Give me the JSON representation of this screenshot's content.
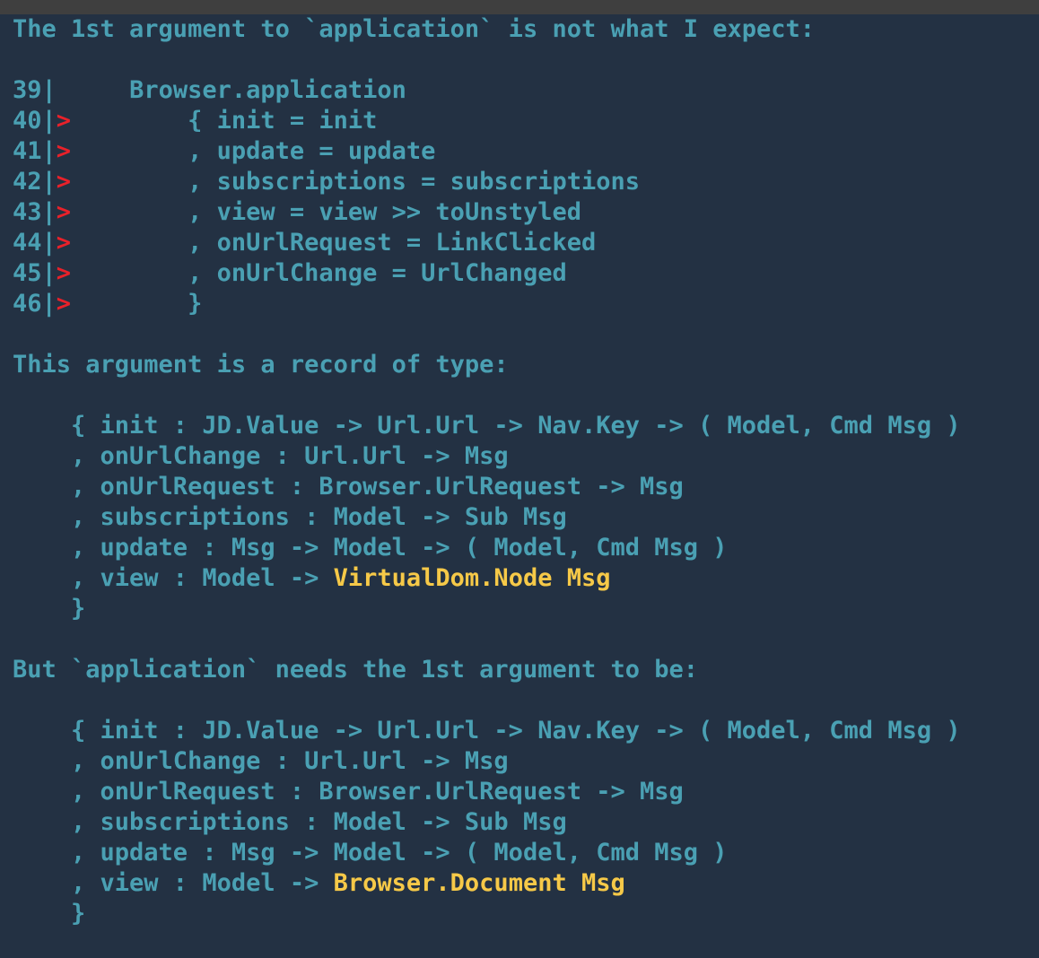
{
  "error": {
    "heading": "The 1st argument to `application` is not what I expect:",
    "code_lines": [
      {
        "num": "39",
        "bar": "|",
        "arrow": " ",
        "code": "    Browser.application"
      },
      {
        "num": "40",
        "bar": "|",
        "arrow": ">",
        "code": "        { init = init"
      },
      {
        "num": "41",
        "bar": "|",
        "arrow": ">",
        "code": "        , update = update"
      },
      {
        "num": "42",
        "bar": "|",
        "arrow": ">",
        "code": "        , subscriptions = subscriptions"
      },
      {
        "num": "43",
        "bar": "|",
        "arrow": ">",
        "code": "        , view = view >> toUnstyled"
      },
      {
        "num": "44",
        "bar": "|",
        "arrow": ">",
        "code": "        , onUrlRequest = LinkClicked"
      },
      {
        "num": "45",
        "bar": "|",
        "arrow": ">",
        "code": "        , onUrlChange = UrlChanged"
      },
      {
        "num": "46",
        "bar": "|",
        "arrow": ">",
        "code": "        }"
      }
    ],
    "actual_heading": "This argument is a record of type:",
    "actual_type": [
      {
        "text": "    { init : JD.Value -> Url.Url -> Nav.Key -> ( Model, Cmd Msg )",
        "hl": ""
      },
      {
        "text": "    , onUrlChange : Url.Url -> Msg",
        "hl": ""
      },
      {
        "text": "    , onUrlRequest : Browser.UrlRequest -> Msg",
        "hl": ""
      },
      {
        "text": "    , subscriptions : Model -> Sub Msg",
        "hl": ""
      },
      {
        "text": "    , update : Msg -> Model -> ( Model, Cmd Msg )",
        "hl": ""
      },
      {
        "text": "    , view : Model -> ",
        "hl": "VirtualDom.Node Msg"
      },
      {
        "text": "    }",
        "hl": ""
      }
    ],
    "expected_heading": "But `application` needs the 1st argument to be:",
    "expected_type": [
      {
        "text": "    { init : JD.Value -> Url.Url -> Nav.Key -> ( Model, Cmd Msg )",
        "hl": ""
      },
      {
        "text": "    , onUrlChange : Url.Url -> Msg",
        "hl": ""
      },
      {
        "text": "    , onUrlRequest : Browser.UrlRequest -> Msg",
        "hl": ""
      },
      {
        "text": "    , subscriptions : Model -> Sub Msg",
        "hl": ""
      },
      {
        "text": "    , update : Msg -> Model -> ( Model, Cmd Msg )",
        "hl": ""
      },
      {
        "text": "    , view : Model -> ",
        "hl": "Browser.Document Msg"
      },
      {
        "text": "    }",
        "hl": ""
      }
    ]
  },
  "colors": {
    "background": "#233143",
    "text": "#4aa0b3",
    "arrow": "#e8212a",
    "highlight": "#f6c948"
  }
}
